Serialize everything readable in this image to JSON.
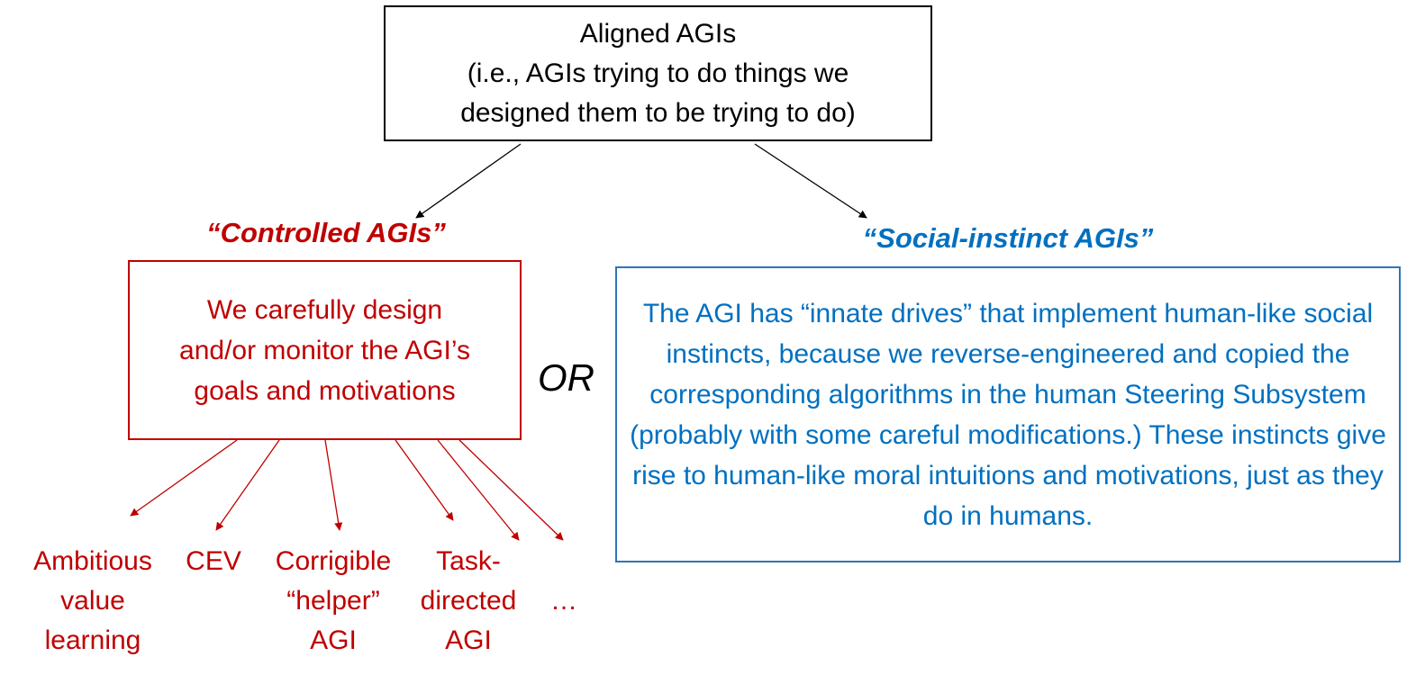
{
  "top_box": {
    "text": "Aligned AGIs\n(i.e., AGIs trying to do things we\ndesigned them to be trying to do)"
  },
  "or_label": "OR",
  "controlled": {
    "heading": "“Controlled AGIs”",
    "text": "We carefully design\nand/or monitor the AGI’s\ngoals and motivations",
    "color": "#c00000",
    "leaves": [
      "Ambitious\nvalue\nlearning",
      "CEV",
      "Corrigible\n“helper”\nAGI",
      "Task-\ndirected\nAGI",
      "…"
    ]
  },
  "social": {
    "heading": "“Social-instinct AGIs”",
    "text": "The AGI has “innate drives” that implement human-like social instincts, because we reverse-engineered and copied the corresponding algorithms in the human Steering Subsystem (probably with some careful modifications.) These instincts give rise to human-like moral intuitions and motivations, just as they do in humans.",
    "color": "#0070c0"
  }
}
